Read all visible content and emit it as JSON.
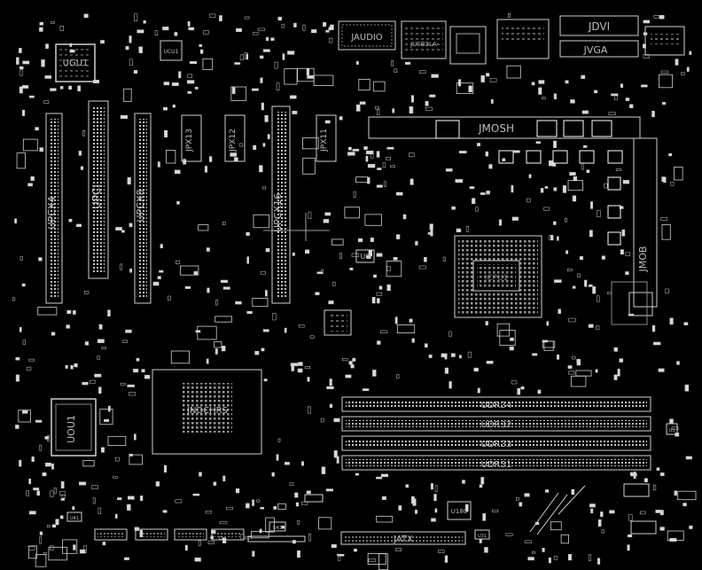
{
  "board": {
    "labels": {
      "ugu1": "UGU1",
      "ucu1": "UCU1",
      "jaudio": "JAUDIO",
      "jusb": "JUSB3LA",
      "jdvi": "JDVI",
      "jvga": "JVGA",
      "upcx4": "UPCX4",
      "upci": "UPCI",
      "upcx8": "UPCX8",
      "jpx13": "JPX13",
      "jpx12": "JPX12",
      "jpx11": "JPX11",
      "upcx16": "UPCX16",
      "jmosh": "JMOSH",
      "u6": "U6",
      "cpu": "JCPU1",
      "jmob": "JMOB",
      "uou1": "UOU1",
      "pch": "JNDCHRS",
      "udr34": "UDR34",
      "udr32": "UDR32",
      "udr33": "UDR33",
      "udr31": "UDR31",
      "u180": "U180",
      "jatx": "JATX",
      "u3": "U3",
      "u31": "U31",
      "u43": "U43",
      "u41": "U41"
    }
  }
}
